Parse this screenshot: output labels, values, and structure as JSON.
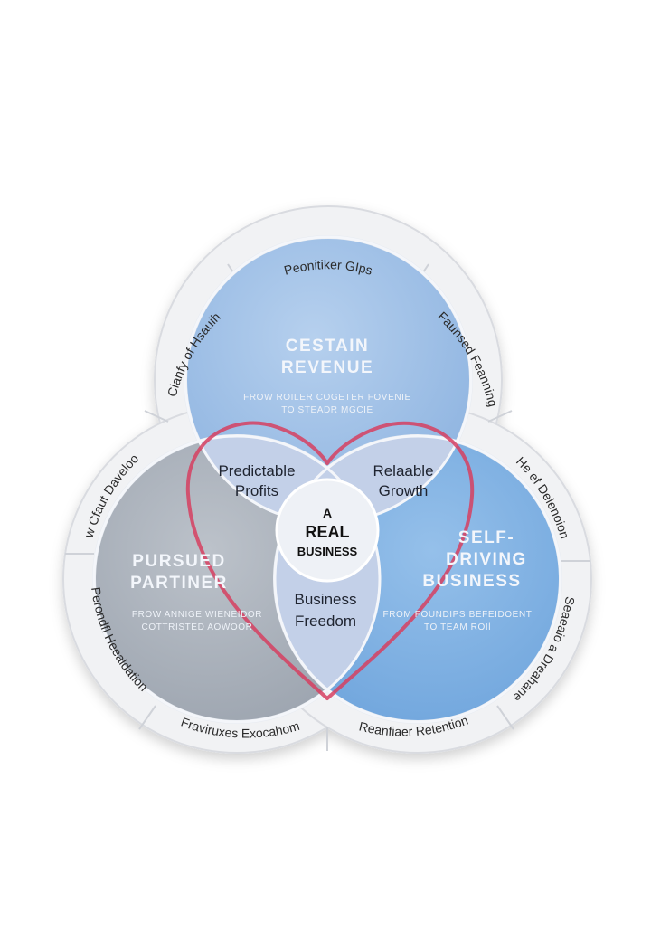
{
  "ring_labels": {
    "top": "Peonitiker GIps",
    "top_left": "Cianfy of Hsauih",
    "top_right": "Faunsed Feanning",
    "left_upper": "INew Cfaut Daveloomut",
    "left_lower": "Perondfl Heealdation",
    "bottom_left": "Fraviruxes Exocahom",
    "bottom_right": "Reanfiaer Retention",
    "right_upper": "He ef Delenoion",
    "right_lower": "Seaeaio a Dreahane"
  },
  "circles": {
    "top": {
      "title_line1": "CESTAIN",
      "title_line2": "REVENUE",
      "sub_line1": "FROW ROILER  COGETER FOVENIE",
      "sub_line2": "TO STEADR MGCIE"
    },
    "left": {
      "title_line1": "PURSUED",
      "title_line2": "PARTINER",
      "sub_line1": "FROW ANNIGE WIENEIDOR",
      "sub_line2": "COTTRISTED AOWOOR"
    },
    "right": {
      "title_line1": "SELF-",
      "title_line2": "DRIVING",
      "title_line3": "BUSINESS",
      "sub_line1": "FROM FOUNDIPS BEFEIDOENT",
      "sub_line2": "TO TEAM ROIl"
    }
  },
  "overlaps": {
    "top_left_line1": "Predictable",
    "top_left_line2": "Profits",
    "top_right_line1": "Relaable",
    "top_right_line2": "Growth",
    "bottom_line1": "Business",
    "bottom_line2": "Freedom"
  },
  "center": {
    "line1": "A",
    "line2": "REAL",
    "line3": "BUSINESS"
  },
  "colors": {
    "top_circle": "#9bbde3",
    "left_circle": "#aab1bb",
    "right_circle": "#7fb0e2",
    "overlap": "#c6d3ea",
    "center": "#eef1f6",
    "heart": "#d64060",
    "rim": "#f1f2f4"
  }
}
